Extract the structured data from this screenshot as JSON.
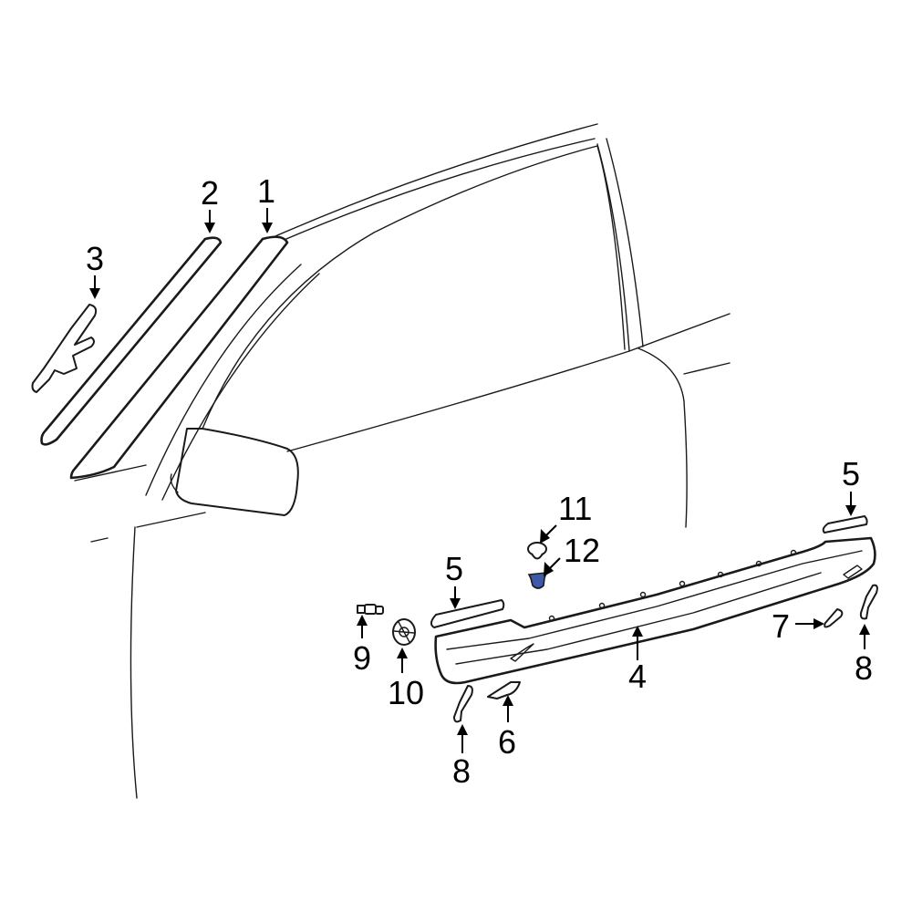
{
  "diagram": {
    "highlight_color": "#3d5aa8",
    "callouts": [
      {
        "id": "c1",
        "label": "1"
      },
      {
        "id": "c2",
        "label": "2"
      },
      {
        "id": "c3",
        "label": "3"
      },
      {
        "id": "c4",
        "label": "4"
      },
      {
        "id": "c5a",
        "label": "5"
      },
      {
        "id": "c5b",
        "label": "5"
      },
      {
        "id": "c6",
        "label": "6"
      },
      {
        "id": "c7",
        "label": "7"
      },
      {
        "id": "c8a",
        "label": "8"
      },
      {
        "id": "c8b",
        "label": "8"
      },
      {
        "id": "c9",
        "label": "9"
      },
      {
        "id": "c10",
        "label": "10"
      },
      {
        "id": "c11",
        "label": "11"
      },
      {
        "id": "c12",
        "label": "12"
      }
    ]
  }
}
